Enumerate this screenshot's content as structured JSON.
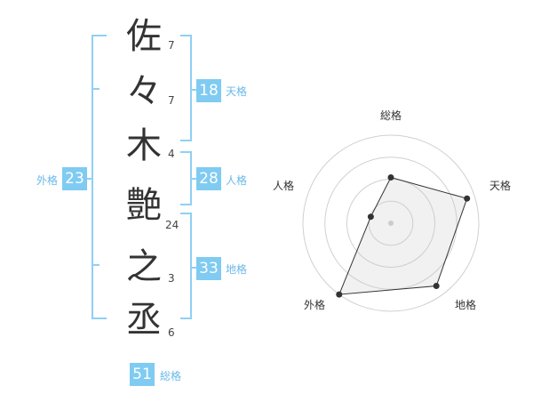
{
  "name": {
    "chars": [
      {
        "char": "佐",
        "strokes": "7"
      },
      {
        "char": "々",
        "strokes": "7"
      },
      {
        "char": "木",
        "strokes": "4"
      },
      {
        "char": "艶",
        "strokes": "24"
      },
      {
        "char": "之",
        "strokes": "3"
      },
      {
        "char": "丞",
        "strokes": "6"
      }
    ]
  },
  "fortunes": {
    "tenkaku": {
      "value": "18",
      "label": "天格"
    },
    "jinkaku": {
      "value": "28",
      "label": "人格"
    },
    "chikaku": {
      "value": "33",
      "label": "地格"
    },
    "gaikaku": {
      "value": "23",
      "label": "外格"
    },
    "soukaku": {
      "value": "51",
      "label": "総格"
    }
  },
  "colors": {
    "accent": "#7fcbf2",
    "bracket": "#8fd0f4",
    "text": "#333333"
  },
  "chart_data": {
    "type": "radar",
    "axes": [
      "総格",
      "天格",
      "地格",
      "外格",
      "人格"
    ],
    "values": [
      0.52,
      0.91,
      0.88,
      1.0,
      0.24
    ],
    "range": [
      0,
      1
    ],
    "rings": 4
  }
}
